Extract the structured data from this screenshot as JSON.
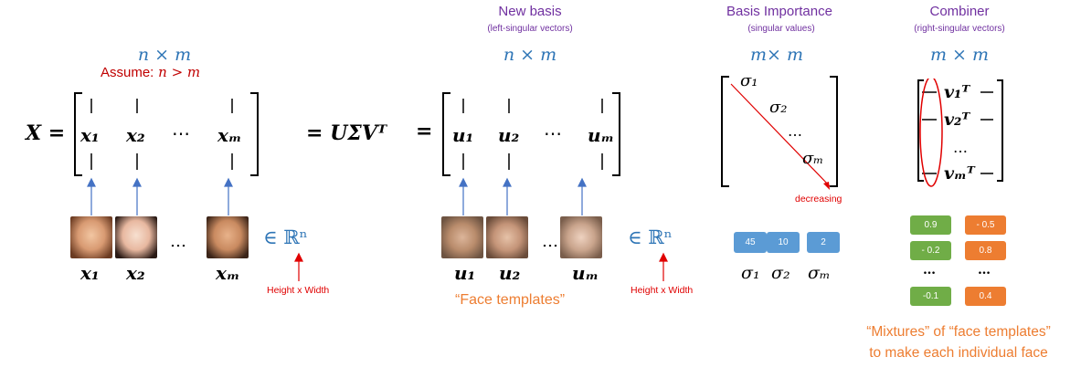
{
  "headers": {
    "new_basis": "New basis",
    "new_basis_sub": "(left-singular vectors)",
    "basis_importance": "Basis Importance",
    "basis_importance_sub": "(singular values)",
    "combiner": "Combiner",
    "combiner_sub": "(right-singular vectors)"
  },
  "dims": {
    "x": "n × m",
    "u": "n × m",
    "sigma": "m× m",
    "v": "m × m"
  },
  "assume": {
    "label": "Assume:",
    "expr": "n > m"
  },
  "equation": {
    "lhs": "X =",
    "x_cols": [
      "x₁",
      "x₂",
      "⋯",
      "xₘ"
    ],
    "svd": "= UΣVᵀ",
    "eq2": "=",
    "u_cols": [
      "u₁",
      "u₂",
      "⋯",
      "uₘ"
    ]
  },
  "sigma_matrix": [
    "σ₁",
    "σ₂",
    "…",
    "σₘ"
  ],
  "decreasing": "decreasing",
  "v_rows": [
    "v₁ᵀ",
    "v₂ᵀ",
    "…",
    "vₘᵀ"
  ],
  "faces_left": {
    "labels": [
      "x₁",
      "x₂",
      "xₘ"
    ],
    "dots": "…",
    "in_rn": "∈ ℝⁿ",
    "note": "Height x Width"
  },
  "faces_mid": {
    "labels": [
      "u₁",
      "u₂",
      "uₘ"
    ],
    "dots": "…",
    "in_rn": "∈ ℝⁿ",
    "note": "Height x Width",
    "caption": "“Face templates”"
  },
  "sigma_values": {
    "chips": [
      "45",
      "10",
      "2"
    ],
    "labels": [
      "σ₁",
      "σ₂",
      "σₘ"
    ]
  },
  "combiner_values": {
    "green": [
      "0.9",
      "- 0.2",
      "…",
      "-0.1"
    ],
    "orange": [
      "- 0.5",
      "0.8",
      "…",
      "0.4"
    ]
  },
  "mixtures_caption": [
    "“Mixtures” of “face templates”",
    "to make each individual face"
  ],
  "colors": {
    "purple": "#7030a0",
    "blue": "#2e75b6",
    "red": "#e00000",
    "orange": "#ed7d31",
    "chip_blue": "#5b9bd5",
    "chip_green": "#70ad47"
  }
}
